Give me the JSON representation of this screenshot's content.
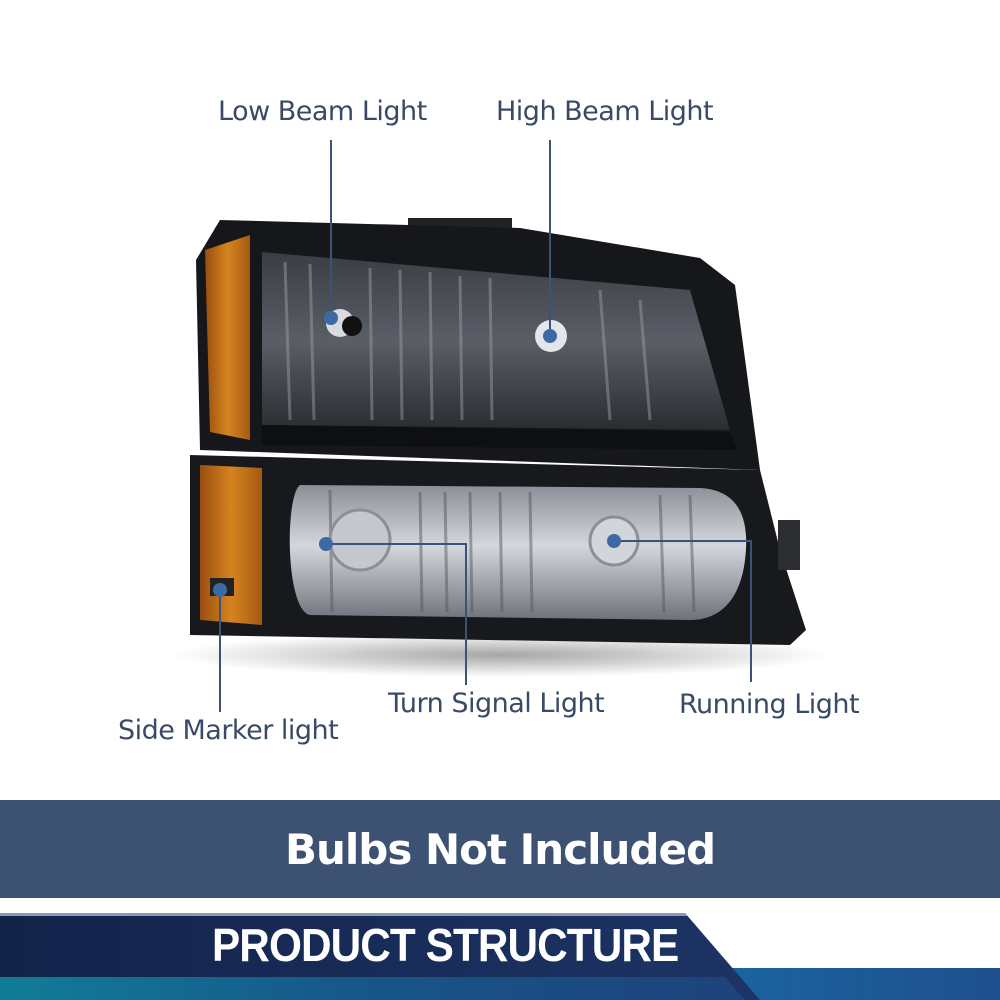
{
  "callouts": {
    "low_beam": "Low Beam Light",
    "high_beam": "High Beam Light",
    "turn_signal": "Turn Signal Light",
    "running": "Running Light",
    "side_marker": "Side Marker light"
  },
  "banners": {
    "bulbs_notice": "Bulbs Not Included",
    "section_title": "PRODUCT STRUCTURE"
  },
  "colors": {
    "label_text": "#3a4a66",
    "callout_line": "#3e5179",
    "callout_dot": "#3e6aa3",
    "notice_banner": "#3d5173",
    "title_banner": "#16284f",
    "accent_cyan": "#10b8d0",
    "amber_lens": "#c8741a"
  }
}
